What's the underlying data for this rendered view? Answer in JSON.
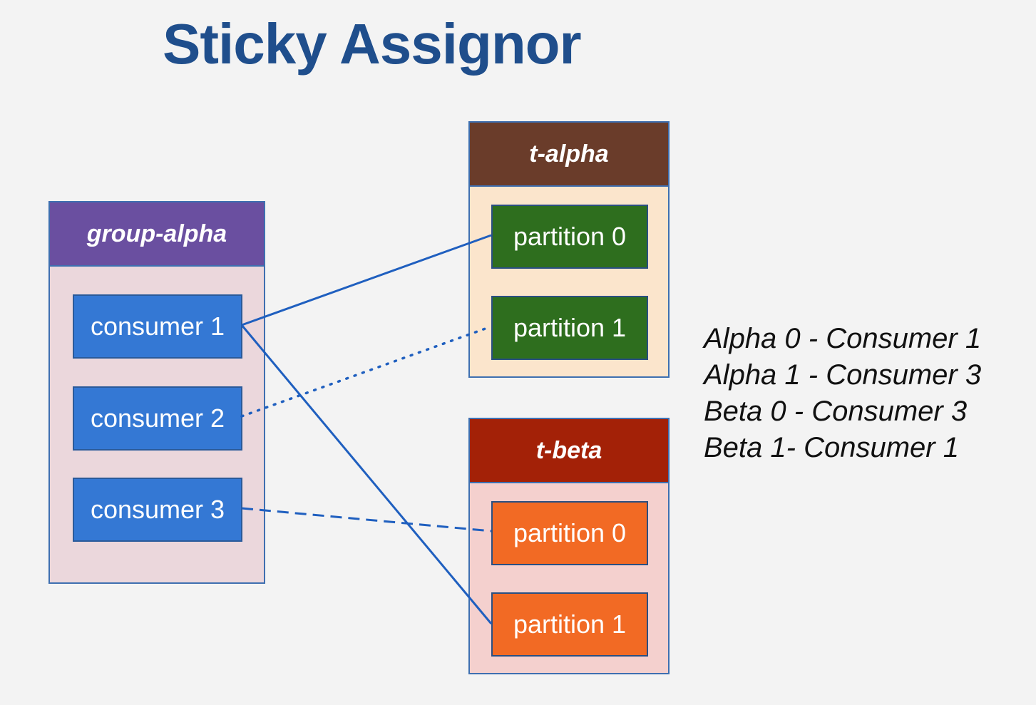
{
  "title": "Sticky Assignor",
  "group": {
    "name": "group-alpha",
    "consumers": [
      "consumer 1",
      "consumer 2",
      "consumer 3"
    ]
  },
  "topics": [
    {
      "name": "t-alpha",
      "partitions": [
        "partition 0",
        "partition 1"
      ]
    },
    {
      "name": "t-beta",
      "partitions": [
        "partition 0",
        "partition 1"
      ]
    }
  ],
  "connections": [
    {
      "from": "consumer 1",
      "to": "t-alpha partition 0",
      "style": "solid"
    },
    {
      "from": "consumer 1",
      "to": "t-beta partition 1",
      "style": "solid"
    },
    {
      "from": "consumer 2",
      "to": "t-alpha partition 1",
      "style": "dotted"
    },
    {
      "from": "consumer 3",
      "to": "t-beta partition 0",
      "style": "dashed"
    }
  ],
  "assignments": [
    "Alpha 0 - Consumer 1",
    "Alpha 1 - Consumer 3",
    "Beta 0 - Consumer 3",
    "Beta 1- Consumer 1"
  ],
  "colors": {
    "title": "#1f4e8c",
    "group_header": "#6a4fa0",
    "group_body": "#ebd7dc",
    "consumer": "#3478d4",
    "t_alpha_header": "#6a3c2a",
    "t_alpha_body": "#fbe5cc",
    "t_alpha_partition": "#2e6e1e",
    "t_beta_header": "#a32107",
    "t_beta_body": "#f4d0ce",
    "t_beta_partition": "#f26a24",
    "connector": "#1f5fbf"
  }
}
